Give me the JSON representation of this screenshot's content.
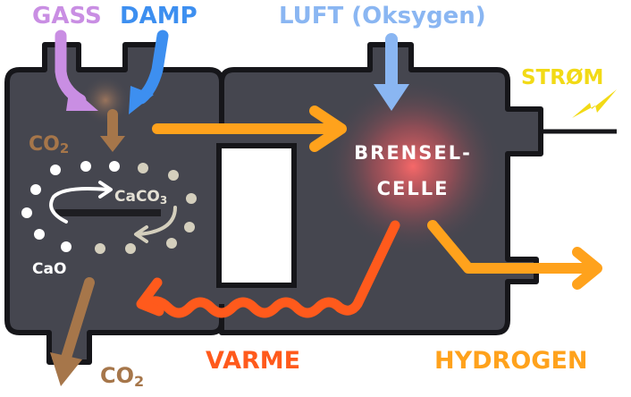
{
  "labels": {
    "gas": "GASS",
    "steam": "DAMP",
    "air": "LUFT (Oksygen)",
    "power": "STRØM",
    "co2_in": "CO",
    "co2_in_sub": "2",
    "fuel_cell_line1": "BRENSEL-",
    "fuel_cell_line2": "CELLE",
    "caco3": "CaCO",
    "caco3_sub": "3",
    "cao": "CaO",
    "heat": "VARME",
    "hydrogen": "HYDROGEN",
    "co2_out": "CO",
    "co2_out_sub": "2"
  },
  "colors": {
    "gas": "#c98ee3",
    "steam": "#3d8ff0",
    "air": "#8ab6f2",
    "power": "#f2da16",
    "co2": "#a6764a",
    "flow": "#ffa21c",
    "heat": "#ff5a1c",
    "body": "#45464f",
    "outline": "#16161a"
  }
}
